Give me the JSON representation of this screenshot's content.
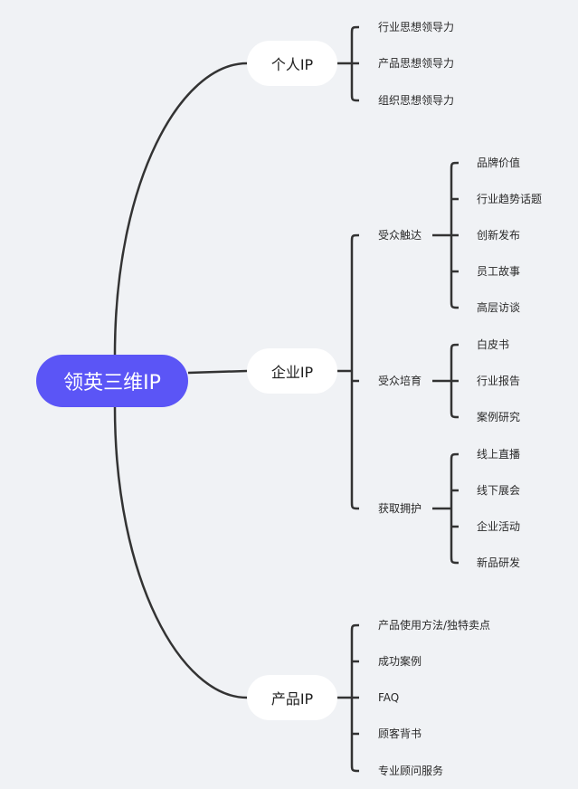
{
  "root": {
    "label": "领英三维IP"
  },
  "branches": [
    {
      "label": "个人IP",
      "children": [
        {
          "label": "行业思想领导力"
        },
        {
          "label": "产品思想领导力"
        },
        {
          "label": "组织思想领导力"
        }
      ]
    },
    {
      "label": "企业IP",
      "children": [
        {
          "label": "受众触达",
          "children": [
            "品牌价值",
            "行业趋势话题",
            "创新发布",
            "员工故事",
            "高层访谈"
          ]
        },
        {
          "label": "受众培育",
          "children": [
            "白皮书",
            "行业报告",
            "案例研究"
          ]
        },
        {
          "label": "获取拥护",
          "children": [
            "线上直播",
            "线下展会",
            "企业活动",
            "新品研发"
          ]
        }
      ]
    },
    {
      "label": "产品IP",
      "children": [
        {
          "label": "产品使用方法/独特卖点"
        },
        {
          "label": "成功案例"
        },
        {
          "label": "FAQ"
        },
        {
          "label": "顾客背书"
        },
        {
          "label": "专业顾问服务"
        }
      ]
    }
  ],
  "colors": {
    "root": "#5b55f6",
    "line": "#333333",
    "background": "#f0f2f5"
  }
}
